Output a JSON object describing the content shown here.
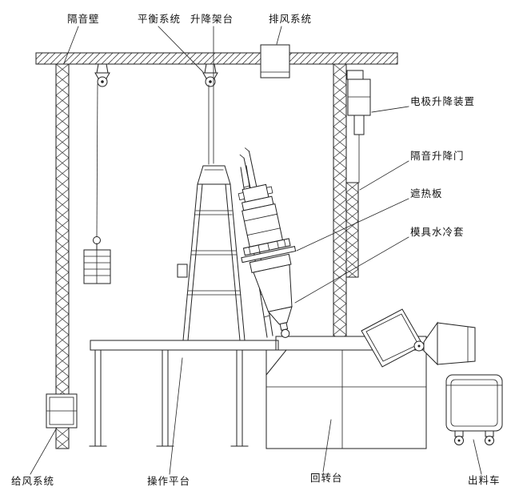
{
  "colors": {
    "line": "#222222",
    "background": "#ffffff"
  },
  "labels": {
    "soundproof_wall": "隔音壁",
    "balance_system": "平衡系统",
    "lifting_frame": "升降架台",
    "exhaust_system": "排风系统",
    "electrode_lifting_device": "电极升降装置",
    "soundproof_lifting_door": "隔音升降门",
    "heat_shield_plate": "遮热板",
    "mold_water_cooling_jacket": "模具水冷套",
    "air_supply_system": "给风系统",
    "operation_platform": "操作平台",
    "rotary_table": "回转台",
    "discharge_cart": "出料车"
  }
}
